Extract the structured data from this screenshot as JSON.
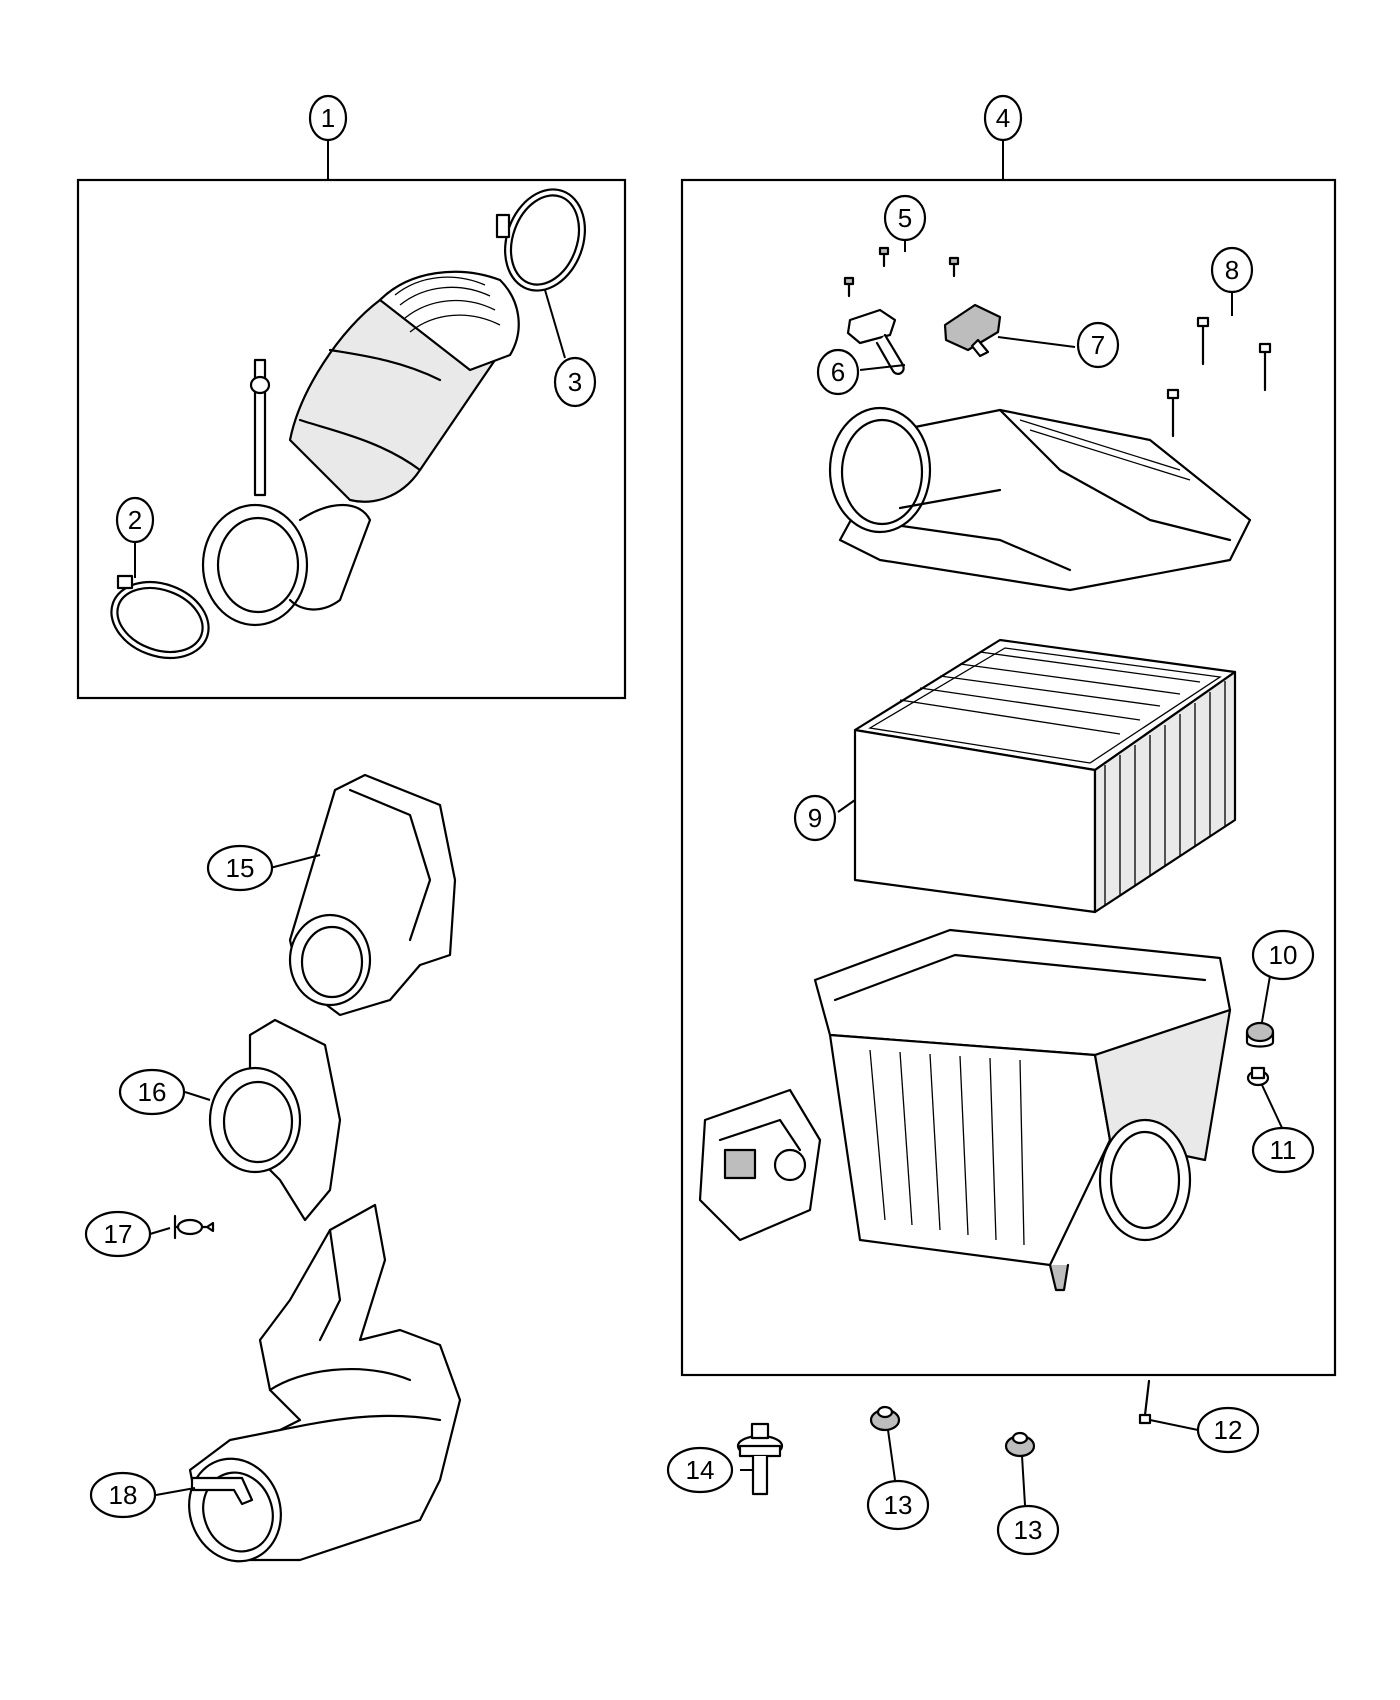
{
  "diagram": {
    "callouts": [
      {
        "id": "c1",
        "label": "1"
      },
      {
        "id": "c2",
        "label": "2"
      },
      {
        "id": "c3",
        "label": "3"
      },
      {
        "id": "c4",
        "label": "4"
      },
      {
        "id": "c5",
        "label": "5"
      },
      {
        "id": "c6",
        "label": "6"
      },
      {
        "id": "c7",
        "label": "7"
      },
      {
        "id": "c8",
        "label": "8"
      },
      {
        "id": "c9",
        "label": "9"
      },
      {
        "id": "c10",
        "label": "10"
      },
      {
        "id": "c11",
        "label": "11"
      },
      {
        "id": "c12",
        "label": "12"
      },
      {
        "id": "c13a",
        "label": "13"
      },
      {
        "id": "c13b",
        "label": "13"
      },
      {
        "id": "c14",
        "label": "14"
      },
      {
        "id": "c15",
        "label": "15"
      },
      {
        "id": "c16",
        "label": "16"
      },
      {
        "id": "c17",
        "label": "17"
      },
      {
        "id": "c18",
        "label": "18"
      }
    ]
  }
}
